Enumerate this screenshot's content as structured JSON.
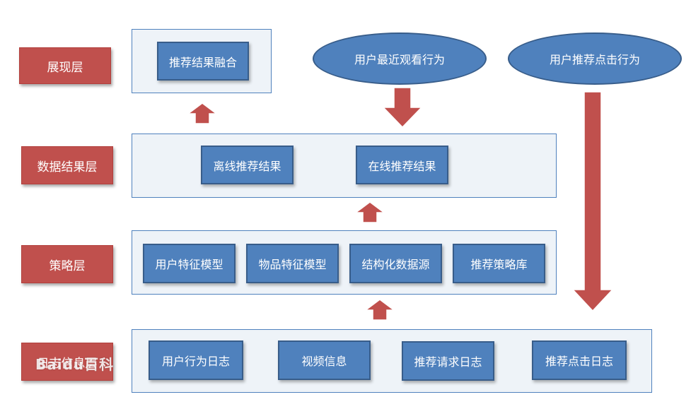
{
  "layers": {
    "presentation": "展现层",
    "data_result": "数据结果层",
    "strategy": "策略层",
    "log_info": "日志信息层"
  },
  "nodes": {
    "fusion": "推荐结果融合",
    "offline": "离线推荐结果",
    "online": "在线推荐结果",
    "user_feature": "用户特征模型",
    "item_feature": "物品特征模型",
    "structured_source": "结构化数据源",
    "strategy_lib": "推荐策略库",
    "user_behavior_log": "用户行为日志",
    "video_info": "视频信息",
    "rec_request_log": "推荐请求日志",
    "rec_click_log": "推荐点击日志"
  },
  "ellipses": {
    "recent_watch": "用户最近观看行为",
    "rec_click": "用户推荐点击行为"
  },
  "watermark": "Baidu百科",
  "colors": {
    "layer_red": "#c0504d",
    "node_blue": "#4f81bd",
    "panel_fill": "#eef3f8"
  }
}
